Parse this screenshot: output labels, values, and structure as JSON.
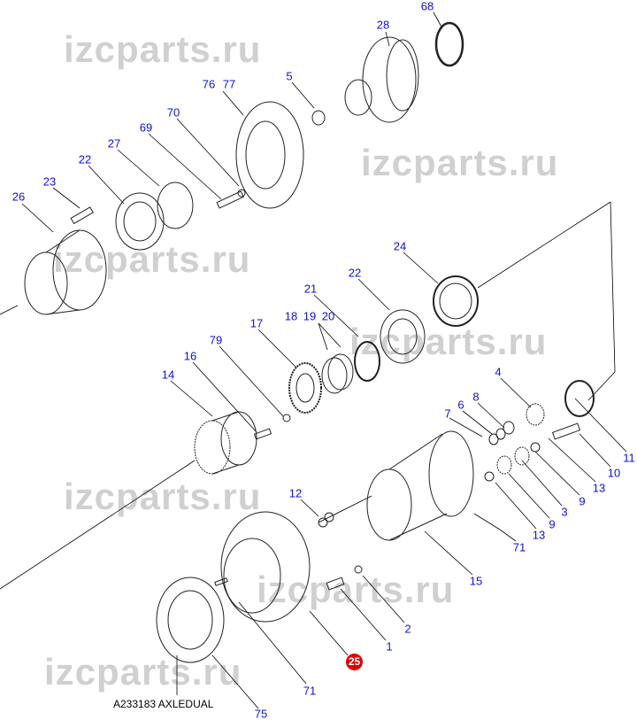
{
  "diagram": {
    "caption": "A233183 AXLEDUAL",
    "highlighted_part": "25",
    "watermark": "izcparts.ru",
    "label_color": "#1010e0",
    "highlight_color": "#e00000",
    "labels": [
      "68",
      "28",
      "5",
      "76",
      "77",
      "70",
      "69",
      "27",
      "22",
      "23",
      "26",
      "24",
      "22",
      "21",
      "18",
      "19",
      "20",
      "17",
      "79",
      "16",
      "14",
      "4",
      "8",
      "6",
      "7",
      "11",
      "10",
      "13",
      "9",
      "3",
      "9",
      "13",
      "71",
      "12",
      "15",
      "2",
      "1",
      "71",
      "75"
    ]
  }
}
